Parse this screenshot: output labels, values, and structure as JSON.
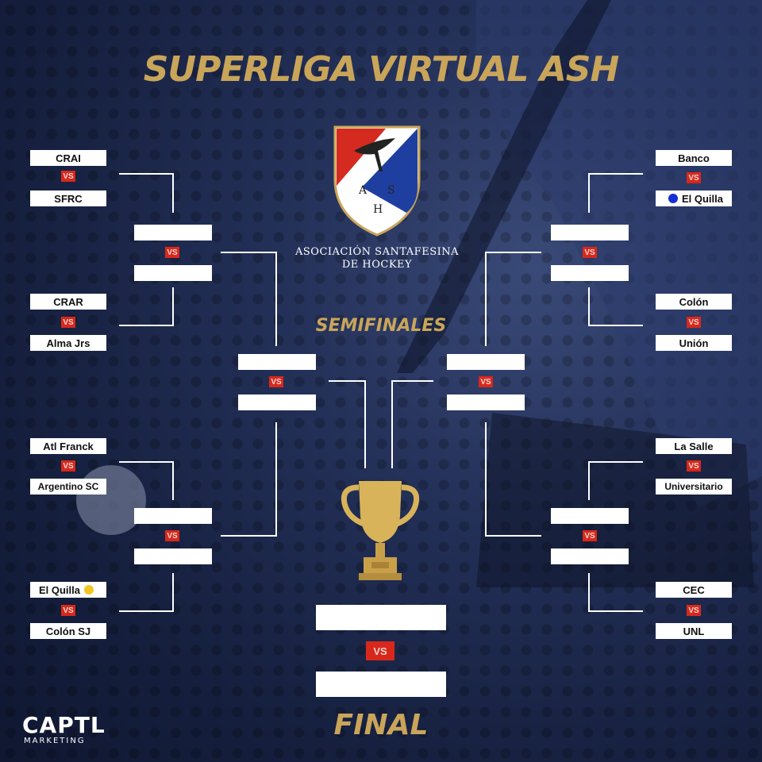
{
  "title": "SUPERLIGA VIRTUAL ASH",
  "association": {
    "line1": "ASOCIACIÓN SANTAFESINA",
    "line2": "DE HOCKEY",
    "logo_letters": [
      "A",
      "S",
      "H"
    ]
  },
  "vs_label": "VS",
  "semifinals_label": "SEMIFINALES",
  "final_label": "FINAL",
  "brand": {
    "mark": "CAPTL",
    "sub": "MARKETING"
  },
  "left": {
    "matches": [
      {
        "home": "CRAI",
        "away": "SFRC"
      },
      {
        "home": "CRAR",
        "away": "Alma Jrs"
      },
      {
        "home": "Atl Franck",
        "away": "Argentino SC"
      },
      {
        "home": "El Quilla",
        "away": "Colón SJ",
        "home_dot": "#f3c623"
      }
    ]
  },
  "right": {
    "matches": [
      {
        "home": "Banco",
        "away": "El Quilla",
        "away_dot": "#1630d6"
      },
      {
        "home": "Colón",
        "away": "Unión"
      },
      {
        "home": "La Salle",
        "away": "Universitario"
      },
      {
        "home": "CEC",
        "away": "UNL"
      }
    ]
  },
  "colors": {
    "gold": "#c9a55a",
    "vs_red": "#d8281c",
    "background": "#1b2547",
    "box": "#ffffff"
  }
}
